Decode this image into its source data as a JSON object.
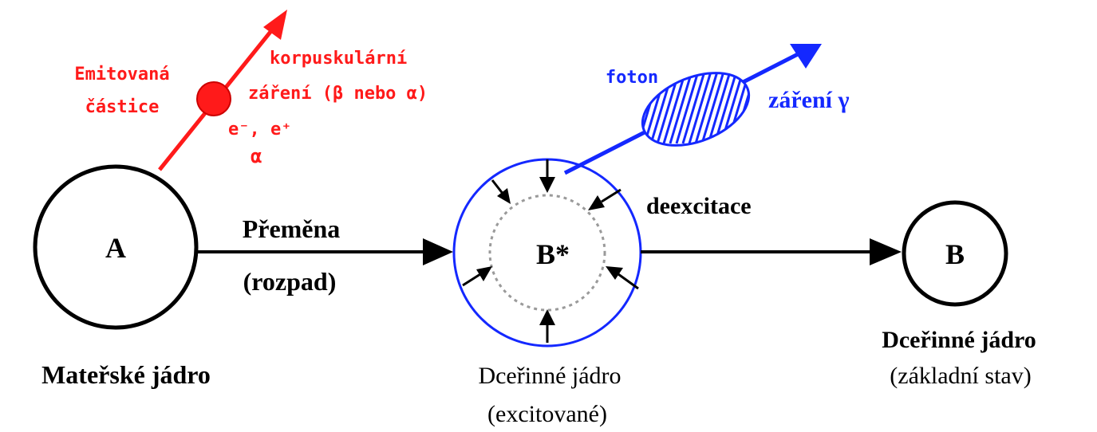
{
  "colors": {
    "black": "#000000",
    "red": "#ff1a1a",
    "blue": "#1428ff",
    "grey_dots": "#9a9a9a"
  },
  "nodes": {
    "a": {
      "label": "A",
      "caption": "Mateřské jádro"
    },
    "b_star": {
      "label": "B*",
      "caption_line1": "Dceřinné jádro",
      "caption_line2": "(excitované)"
    },
    "b": {
      "label": "B",
      "caption_line1": "Dceřinné jádro",
      "caption_line2": "(základní stav)"
    }
  },
  "transition": {
    "line1": "Přeměna",
    "line2": "(rozpad)"
  },
  "deexcitation": "deexcitace",
  "particle": {
    "emitted_line1": "Emitovaná",
    "emitted_line2": "částice",
    "radiation_line1": "korpuskulární",
    "radiation_line2": "záření (β nebo α)",
    "types_line1": "e⁻, e⁺",
    "types_line2": "α"
  },
  "photon": {
    "label": "foton",
    "radiation": "záření γ"
  }
}
